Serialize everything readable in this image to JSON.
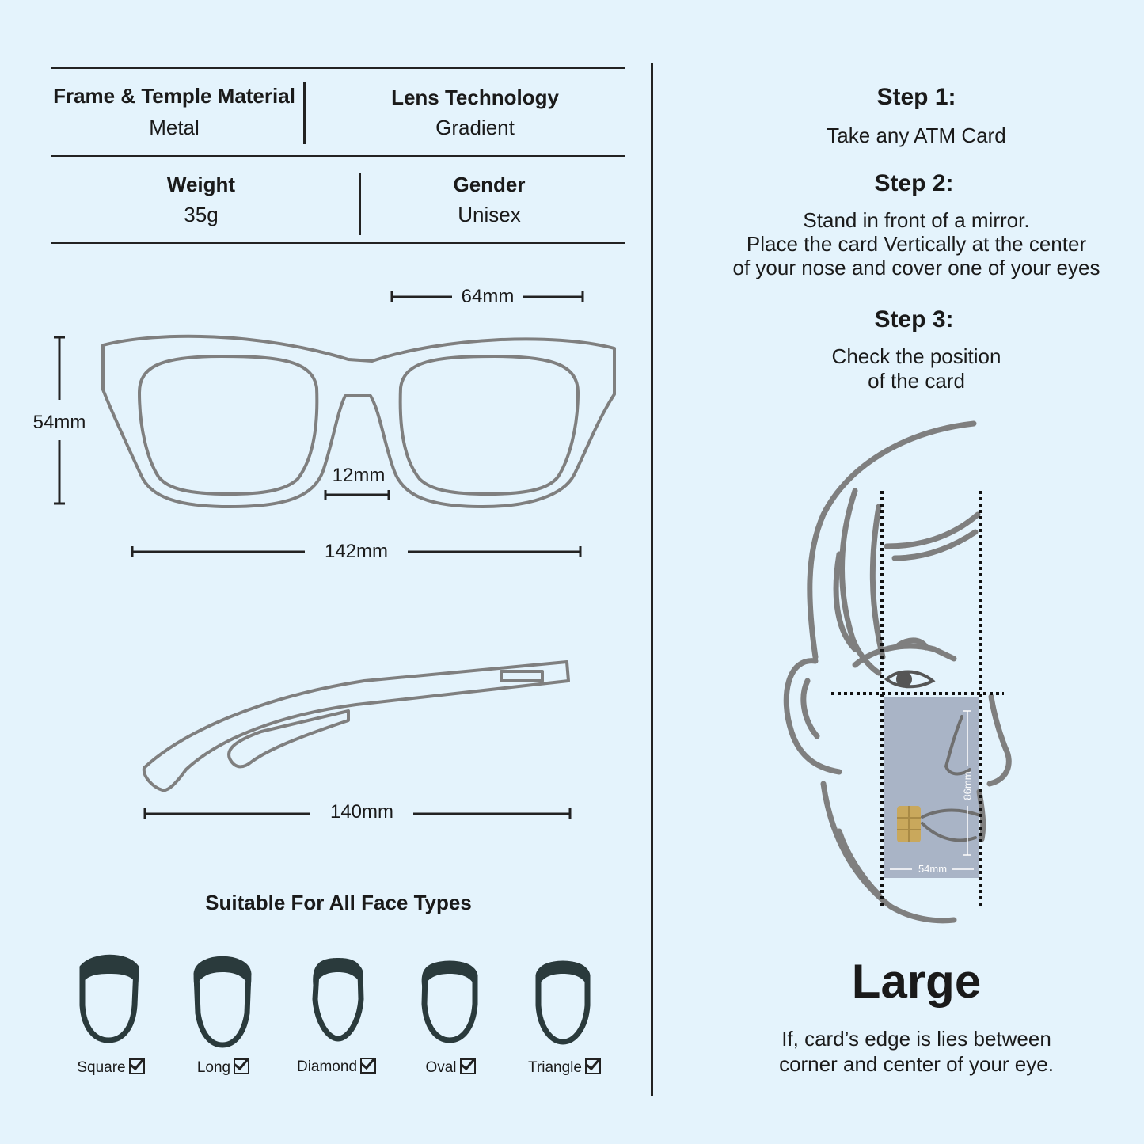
{
  "specs": {
    "frame_material": {
      "title": "Frame & Temple Material",
      "value": "Metal"
    },
    "lens_technology": {
      "title": "Lens Technology",
      "value": "Gradient"
    },
    "weight": {
      "title": "Weight",
      "value": "35g"
    },
    "gender": {
      "title": "Gender",
      "value": "Unisex"
    }
  },
  "dimensions": {
    "lens_width": "64mm",
    "lens_height": "54mm",
    "bridge": "12mm",
    "frame_width": "142mm",
    "temple_length": "140mm"
  },
  "faces": {
    "title": "Suitable For All Face Types",
    "types": [
      "Square",
      "Long",
      "Diamond",
      "Oval",
      "Triangle"
    ]
  },
  "steps": {
    "step1": {
      "title": "Step 1:",
      "text": "Take any ATM Card"
    },
    "step2": {
      "title": "Step 2:",
      "lines": [
        "Stand in front of a mirror.",
        "Place the card Vertically at the center",
        "of your nose and cover one of your eyes"
      ]
    },
    "step3": {
      "title": "Step 3:",
      "lines": [
        "Check the position",
        "of the card"
      ]
    }
  },
  "card": {
    "height_label": "86mm",
    "width_label": "54mm"
  },
  "result": {
    "size": "Large",
    "lines": [
      "If, card’s edge is lies between",
      "corner and center of your eye."
    ]
  },
  "colors": {
    "background": "#e4f3fc",
    "outline": "#7f7f7f",
    "card": "#a9b4c6",
    "chip": "#c9a85c"
  }
}
